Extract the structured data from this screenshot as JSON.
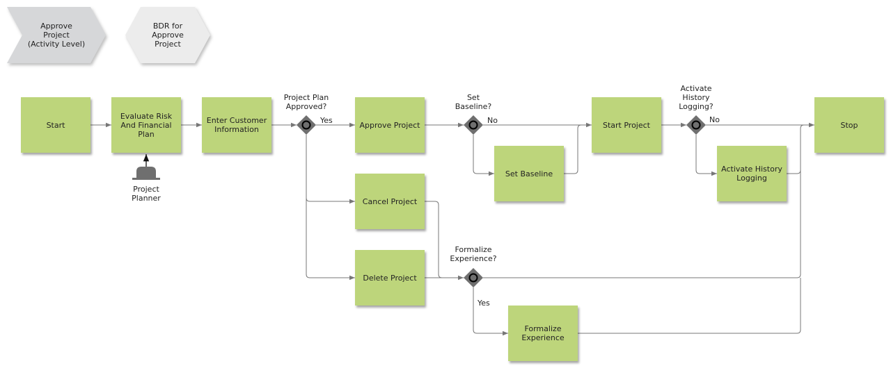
{
  "header": {
    "process_label": "Approve\nProject\n(Activity Level)",
    "bdr_label": "BDR for\nApprove\nProject"
  },
  "activities": {
    "start": "Start",
    "evaluate": "Evaluate Risk\nAnd Financial\nPlan",
    "enter_customer": "Enter Customer\nInformation",
    "approve": "Approve Project",
    "cancel": "Cancel Project",
    "delete": "Delete Project",
    "set_baseline": "Set Baseline",
    "start_project": "Start Project",
    "activate_history": "Activate History\nLogging",
    "formalize": "Formalize\nExperience",
    "stop": "Stop"
  },
  "decisions": {
    "plan_approved": "Project Plan\nApproved?",
    "set_baseline_q": "Set\nBaseline?",
    "history_q": "Activate\nHistory\nLogging?",
    "formalize_q": "Formalize\nExperience?"
  },
  "edge_labels": {
    "yes_approved": "Yes",
    "no_baseline": "No",
    "no_history": "No",
    "yes_formalize": "Yes"
  },
  "role": {
    "label": "Project\nPlanner"
  },
  "colors": {
    "activity": "#bdd57b",
    "chevron_dark": "#d6d7d9",
    "chevron_light": "#ececec",
    "gateway": "#6f6f6f",
    "line": "#777777"
  }
}
